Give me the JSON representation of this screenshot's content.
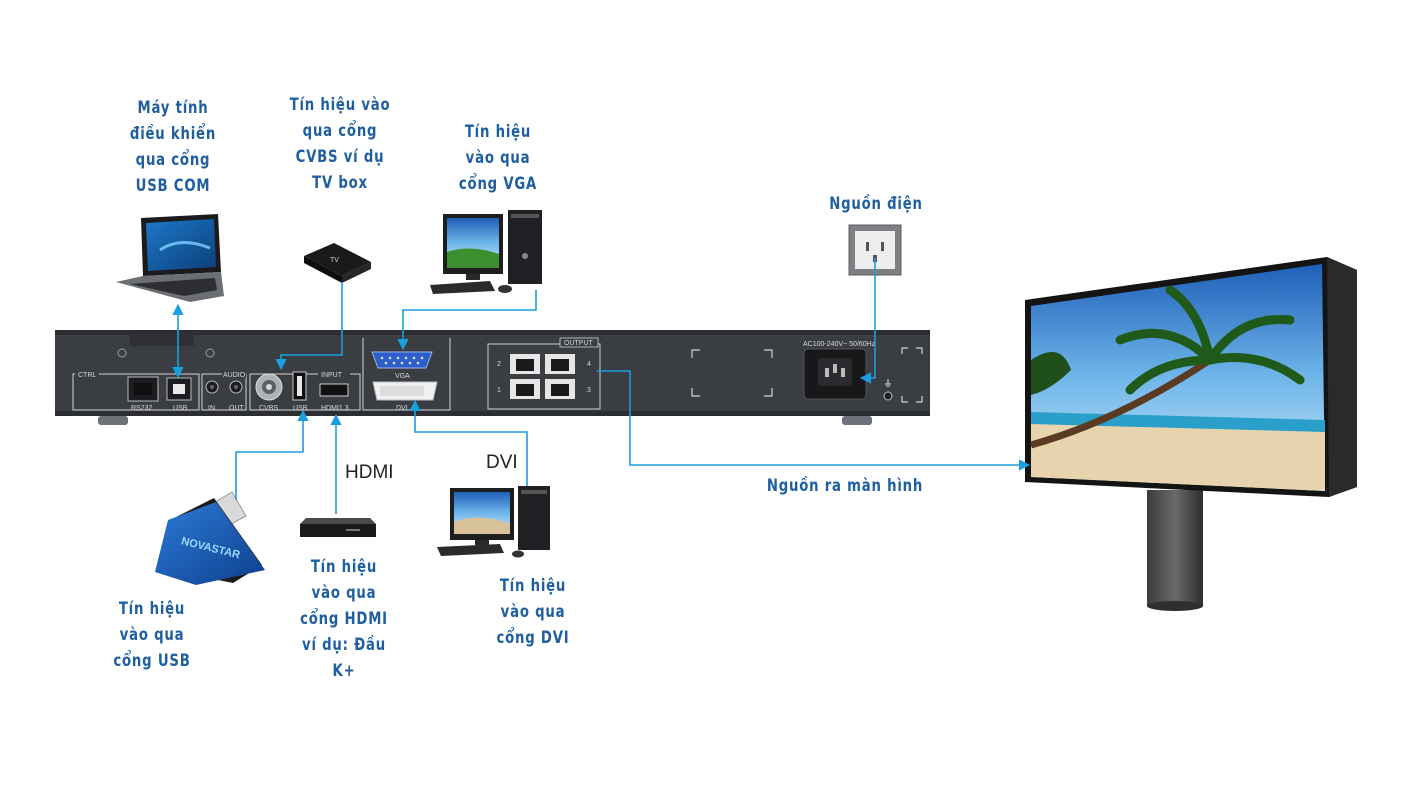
{
  "labels": {
    "pc_control": [
      "Máy tính",
      "điều khiển",
      "qua cổng",
      "USB COM"
    ],
    "cvbs": [
      "Tín hiệu vào",
      "qua cổng",
      "CVBS ví dụ",
      "TV box"
    ],
    "vga": [
      "Tín hiệu",
      "vào  qua",
      "cổng VGA"
    ],
    "power": [
      "Nguồn điện"
    ],
    "output": [
      "Nguồn ra màn hình"
    ],
    "usb": [
      "Tín hiệu",
      "vào  qua",
      "cổng USB"
    ],
    "hdmi": [
      "Tín hiệu",
      "vào  qua",
      "cổng HDMI",
      "ví dụ: Đầu",
      "K+"
    ],
    "dvi": [
      "Tín hiệu",
      "vào  qua",
      "cổng DVI"
    ]
  },
  "device_tags": {
    "hdmi": "HDMI",
    "dvi": "DVI",
    "tv_box": "TV",
    "usb_brand": "NOVASTAR"
  },
  "panel": {
    "ctrl": "CTRL",
    "audio": "AUDIO",
    "input": "INPUT",
    "output": "OUTPUT",
    "rs232": "RS232",
    "usb_port": "USB",
    "audio_in": "IN",
    "audio_out": "OUT",
    "cvbs": "CVBS",
    "usb_input": "USB",
    "hdmi_port": "HDMI1.3",
    "vga_port": "VGA",
    "dvi_port": "DVI",
    "power_spec": "AC100-240V~ 50/60Hz",
    "out_num_1": "1",
    "out_num_2": "2",
    "out_num_3": "3",
    "out_num_4": "4"
  },
  "colors": {
    "label": "#1f5fa0",
    "connector": "#1aa0dc",
    "panel": "#3a3d42"
  }
}
